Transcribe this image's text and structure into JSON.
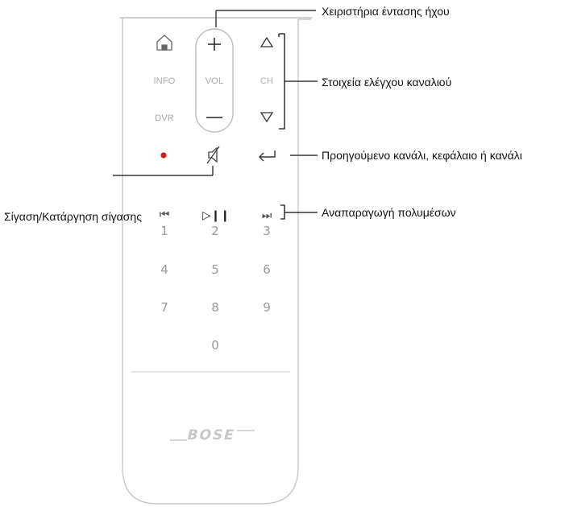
{
  "remote": {
    "brand": "BOSE",
    "buttons": {
      "home": "home-icon",
      "info": "INFO",
      "vol": "VOL",
      "ch": "CH",
      "dvr": "DVR",
      "vol_up": "+",
      "vol_down": "–",
      "record": "record-icon",
      "mute": "mute-icon",
      "back": "back-icon",
      "prev": "skip-back-icon",
      "play_pause": "play-pause-icon",
      "next": "skip-forward-icon"
    },
    "digits": [
      "1",
      "2",
      "3",
      "4",
      "5",
      "6",
      "7",
      "8",
      "9",
      "0"
    ],
    "colors": {
      "record": "#cc1f1f",
      "outline": "#c8c8c8",
      "leader": "#111111"
    }
  },
  "callouts": {
    "volume_controls": "Χειριστήρια έντασης ήχου",
    "channel_controls": "Στοιχεία ελέγχου καναλιού",
    "previous_channel": "Προηγούμενο κανάλι, κεφάλαιο ή κανάλι",
    "mute": "Σίγαση/Κατάργηση σίγασης",
    "media_playback": "Αναπαραγωγή πολυμέσων"
  }
}
